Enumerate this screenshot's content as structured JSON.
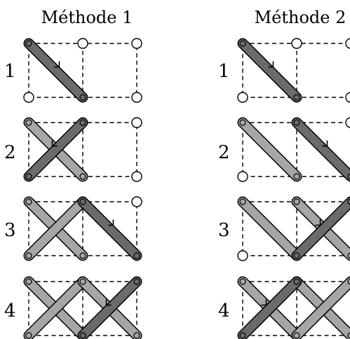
{
  "titles": [
    "Méthode 1",
    "Méthode 2"
  ],
  "row_labels": [
    "1",
    "2",
    "3",
    "4"
  ],
  "colors": {
    "current_stitch": "#6b6b6b",
    "previous_stitch": "#a6a6a6",
    "outline": "#000000"
  },
  "methods": [
    {
      "rows": [
        {
          "stitches": [
            {
              "from": [
                0,
                0
              ],
              "to": [
                1,
                1
              ],
              "current": true
            }
          ]
        },
        {
          "stitches": [
            {
              "from": [
                0,
                0
              ],
              "to": [
                1,
                1
              ],
              "current": false
            },
            {
              "from": [
                1,
                0
              ],
              "to": [
                0,
                1
              ],
              "current": true
            }
          ]
        },
        {
          "stitches": [
            {
              "from": [
                0,
                0
              ],
              "to": [
                1,
                1
              ],
              "current": false
            },
            {
              "from": [
                1,
                0
              ],
              "to": [
                0,
                1
              ],
              "current": false
            },
            {
              "from": [
                1,
                0
              ],
              "to": [
                2,
                1
              ],
              "current": true
            }
          ]
        },
        {
          "stitches": [
            {
              "from": [
                0,
                0
              ],
              "to": [
                1,
                1
              ],
              "current": false
            },
            {
              "from": [
                1,
                0
              ],
              "to": [
                0,
                1
              ],
              "current": false
            },
            {
              "from": [
                1,
                0
              ],
              "to": [
                2,
                1
              ],
              "current": false
            },
            {
              "from": [
                2,
                0
              ],
              "to": [
                1,
                1
              ],
              "current": true
            }
          ]
        }
      ]
    },
    {
      "rows": [
        {
          "stitches": [
            {
              "from": [
                0,
                0
              ],
              "to": [
                1,
                1
              ],
              "current": true
            }
          ]
        },
        {
          "stitches": [
            {
              "from": [
                0,
                0
              ],
              "to": [
                1,
                1
              ],
              "current": false
            },
            {
              "from": [
                1,
                0
              ],
              "to": [
                2,
                1
              ],
              "current": true
            }
          ]
        },
        {
          "stitches": [
            {
              "from": [
                0,
                0
              ],
              "to": [
                1,
                1
              ],
              "current": false
            },
            {
              "from": [
                1,
                0
              ],
              "to": [
                2,
                1
              ],
              "current": false
            },
            {
              "from": [
                1,
                1
              ],
              "to": [
                2,
                0
              ],
              "current": true
            }
          ]
        },
        {
          "stitches": [
            {
              "from": [
                0,
                0
              ],
              "to": [
                1,
                1
              ],
              "current": false
            },
            {
              "from": [
                1,
                0
              ],
              "to": [
                2,
                1
              ],
              "current": false
            },
            {
              "from": [
                1,
                1
              ],
              "to": [
                2,
                0
              ],
              "current": false
            },
            {
              "from": [
                0,
                1
              ],
              "to": [
                1,
                0
              ],
              "current": true
            }
          ]
        }
      ]
    }
  ]
}
